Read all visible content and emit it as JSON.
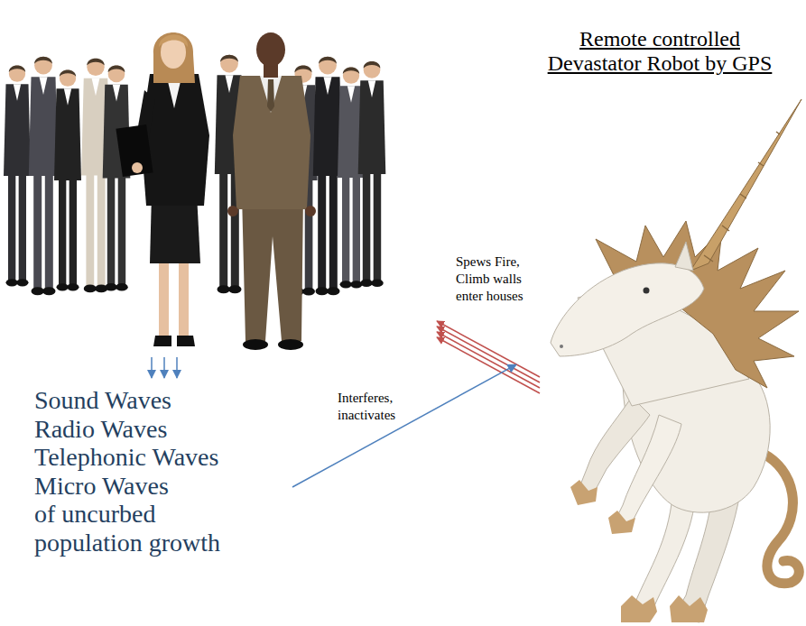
{
  "diagram": {
    "nodes": [
      {
        "text": [
          "Sound Waves Radio Waves Telephonic Waves Micro Waves of uncurbed population growth"
        ]
      },
      {
        "text": [
          "Remote controlled Devastator Robot by GPS"
        ]
      }
    ],
    "edges": [
      {
        "from": 0,
        "to": 1,
        "arrow": "to",
        "label": "Interferes, inactivates"
      }
    ],
    "labels": [
      "Spews Fire, Climb walls enter houses"
    ]
  }
}
